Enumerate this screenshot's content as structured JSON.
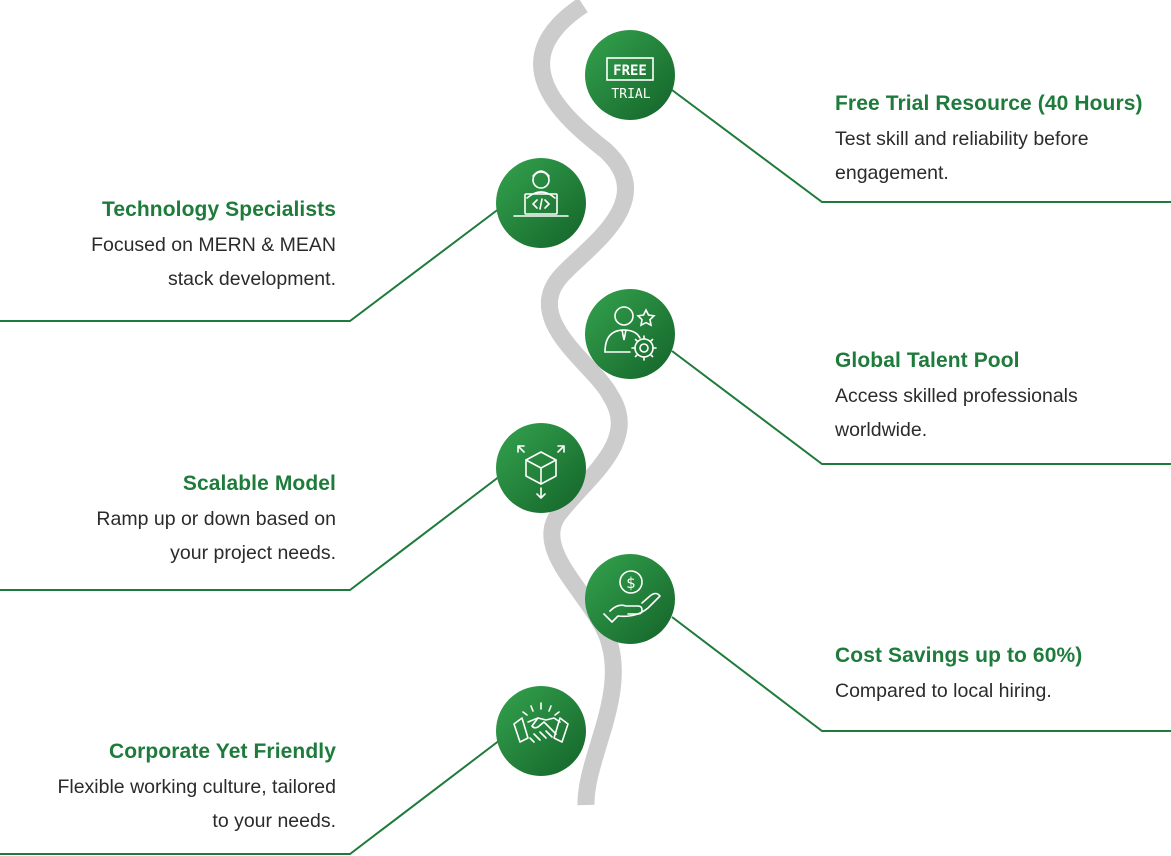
{
  "colors": {
    "accent": "#1e7b3b",
    "circle_light": "#2f9d49",
    "circle_dark": "#176a30",
    "wave": "#cccccc",
    "text": "#2b2b2b"
  },
  "items": [
    {
      "side": "right",
      "icon": "free-trial-icon",
      "title": "Free Trial Resource (40 Hours)",
      "desc": "Test skill and reliability before engagement."
    },
    {
      "side": "left",
      "icon": "developer-laptop-icon",
      "title": "Technology Specialists",
      "desc": "Focused on MERN & MEAN stack development."
    },
    {
      "side": "right",
      "icon": "talent-star-gear-icon",
      "title": "Global Talent Pool",
      "desc": "Access skilled professionals worldwide."
    },
    {
      "side": "left",
      "icon": "scalable-cube-icon",
      "title": "Scalable Model",
      "desc": "Ramp up or down based on your project needs."
    },
    {
      "side": "right",
      "icon": "dollar-hand-icon",
      "title": "Cost Savings up to 60%)",
      "desc": "Compared to local hiring."
    },
    {
      "side": "left",
      "icon": "handshake-icon",
      "title": "Corporate Yet Friendly",
      "desc": "Flexible working culture, tailored to your needs."
    }
  ],
  "badge": {
    "line1": "FREE",
    "line2": "TRIAL"
  }
}
